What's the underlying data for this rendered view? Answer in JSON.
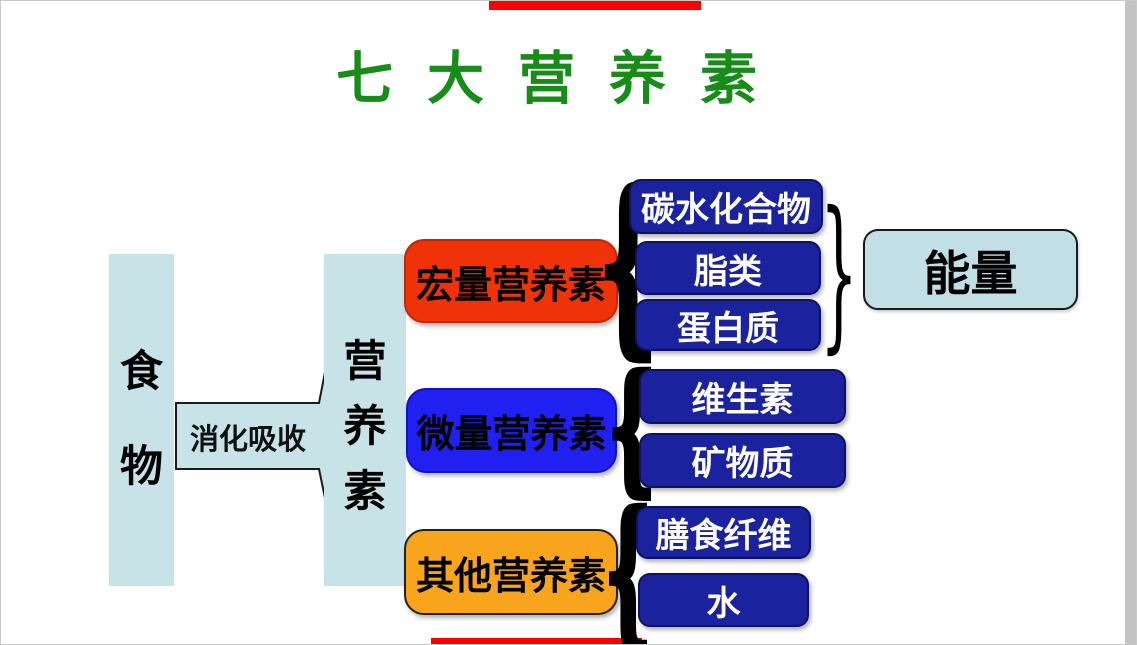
{
  "title": "七大营养素",
  "title_color": "#188c18",
  "flow": {
    "food": "食物",
    "process": "消化吸收",
    "nutrients": "营养素"
  },
  "groups": [
    {
      "label": "宏量营养素",
      "color": "#ef3208",
      "items": [
        "碳水化合物",
        "脂类",
        "蛋白质"
      ],
      "output": "能量"
    },
    {
      "label": "微量营养素",
      "color": "#2021f0",
      "items": [
        "维生素",
        "矿物质"
      ]
    },
    {
      "label": "其他营养素",
      "color": "#f8a41c",
      "items": [
        "膳食纤维",
        "水"
      ]
    }
  ],
  "glyphs": {
    "brace_left": "{",
    "brace_right": "}"
  },
  "colors": {
    "pale_blue": "#c8e3e8",
    "energy_fill": "#c2dfe5",
    "item_navy": "#1a229e",
    "item_text": "#ffffff",
    "red_bar": "#ff0000",
    "scrollbar_gray": "#c3c3c3",
    "outline": "#1a1a1a"
  }
}
